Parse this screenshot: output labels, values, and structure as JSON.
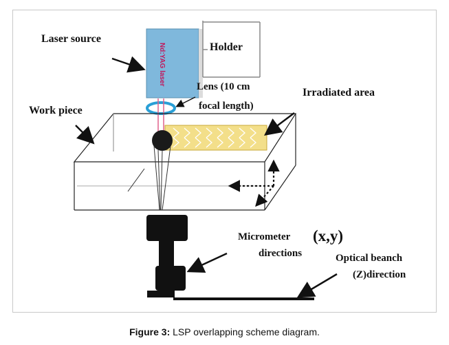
{
  "labels": {
    "laser_source": "Laser source",
    "holder": "Holder",
    "lens": "Lens (10 cm",
    "lens_2": "focal length)",
    "irradiated_area": "Irradiated area",
    "work_piece": "Work piece",
    "micrometer": "Micrometer",
    "micrometer_xy": "(x,y)",
    "directions": "directions",
    "optical_bench": "Optical beanch",
    "z_direction": "(Z)direction",
    "laser_body_text": "Nd:YAG laser"
  },
  "caption": {
    "prefix": "Figure 3:",
    "text": " LSP overlapping scheme diagram."
  },
  "colors": {
    "laser_body": "#7fb8dc",
    "lens_ring": "#2a9fd6",
    "beam": "#e0608a",
    "irradiated_spots": "#e8c84a"
  }
}
